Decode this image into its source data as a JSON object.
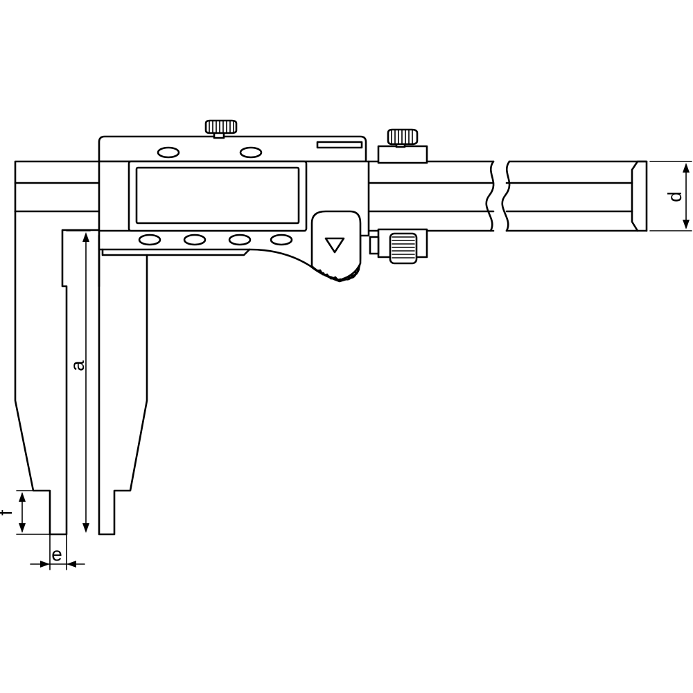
{
  "dimension_labels": {
    "a": "a",
    "d": "d",
    "e": "e",
    "f": "f"
  },
  "button_symbols": {
    "hold_button": "▽"
  },
  "colors": {
    "line": "#000000",
    "background": "#ffffff"
  }
}
